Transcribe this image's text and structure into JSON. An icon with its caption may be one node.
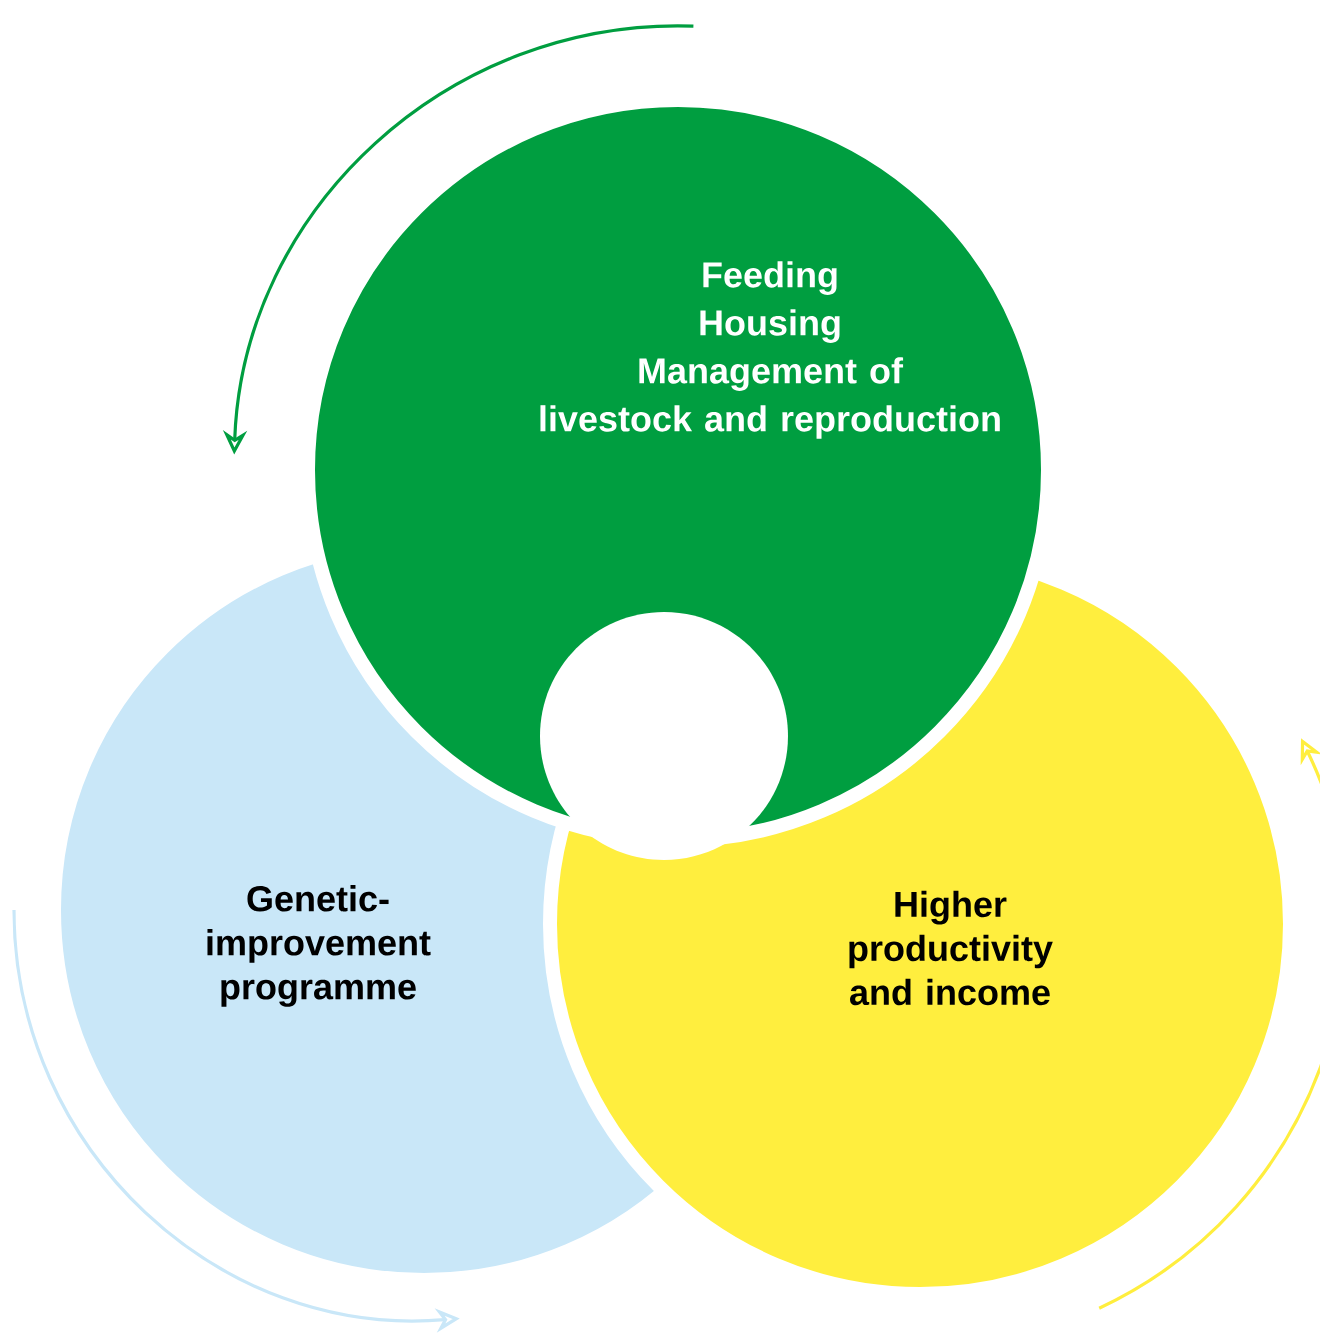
{
  "diagram": {
    "nodes": [
      {
        "text": [
          "Feeding",
          "Housing",
          "Management of",
          "livestock and reproduction"
        ]
      },
      {
        "text": [
          "Genetic-improvement programme"
        ]
      },
      {
        "text": [
          "Higher productivity and income"
        ]
      }
    ]
  }
}
